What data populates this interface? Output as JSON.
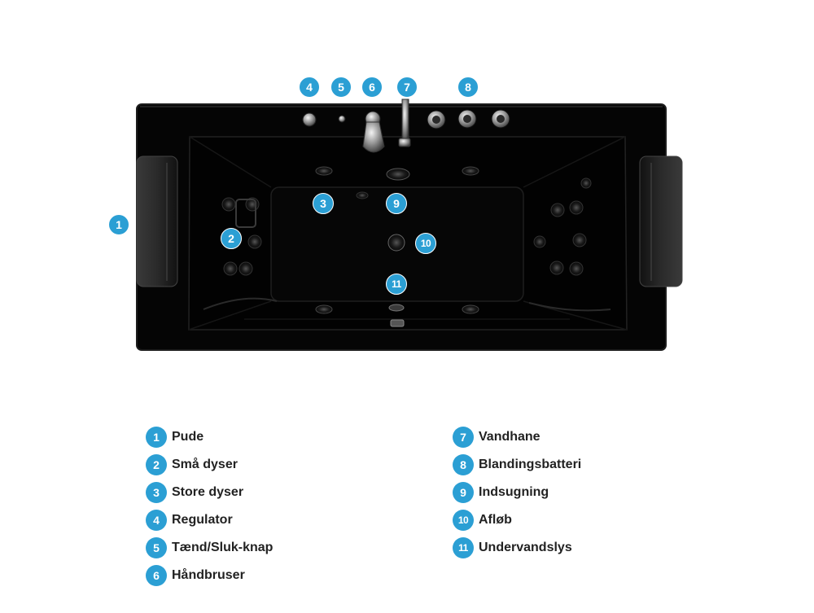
{
  "callouts": [
    "1",
    "2",
    "3",
    "4",
    "5",
    "6",
    "7",
    "8",
    "9",
    "10",
    "11"
  ],
  "legend": {
    "left": [
      {
        "num": "1",
        "label": "Pude"
      },
      {
        "num": "2",
        "label": "Små dyser"
      },
      {
        "num": "3",
        "label": "Store dyser"
      },
      {
        "num": "4",
        "label": "Regulator"
      },
      {
        "num": "5",
        "label": "Tænd/Sluk-knap"
      },
      {
        "num": "6",
        "label": "Håndbruser"
      }
    ],
    "right": [
      {
        "num": "7",
        "label": "Vandhane"
      },
      {
        "num": "8",
        "label": "Blandingsbatteri"
      },
      {
        "num": "9",
        "label": "Indsugning"
      },
      {
        "num": "10",
        "label": "Afløb"
      },
      {
        "num": "11",
        "label": "Undervandslys"
      }
    ]
  },
  "colors": {
    "badge": "#2b9fd4",
    "tub": "#050505",
    "pillow": "#2a2a2a",
    "text": "#222222"
  }
}
